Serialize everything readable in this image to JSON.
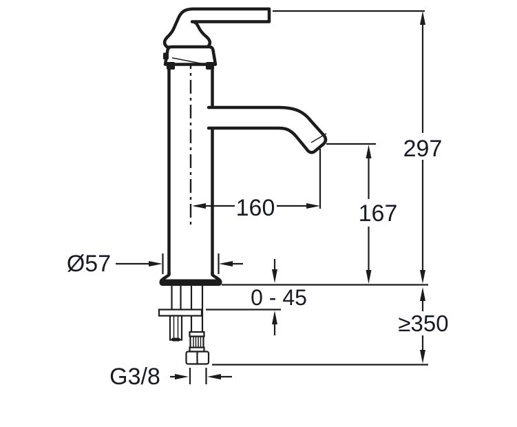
{
  "drawing": {
    "type": "technical-dimension-drawing",
    "subject": "single-lever high basin mixer tap, side view with installation dimensions",
    "dimensions": {
      "overall_height": "297",
      "outlet_height": "167",
      "spout_reach": "160",
      "body_diameter": "Ø57",
      "deck_thickness_range": "0 - 45",
      "min_clearance_below": "≥350",
      "supply_thread": "G3/8"
    },
    "colors": {
      "line": "#1c1c1c",
      "text": "#1a1a26",
      "background": "#ffffff"
    }
  }
}
